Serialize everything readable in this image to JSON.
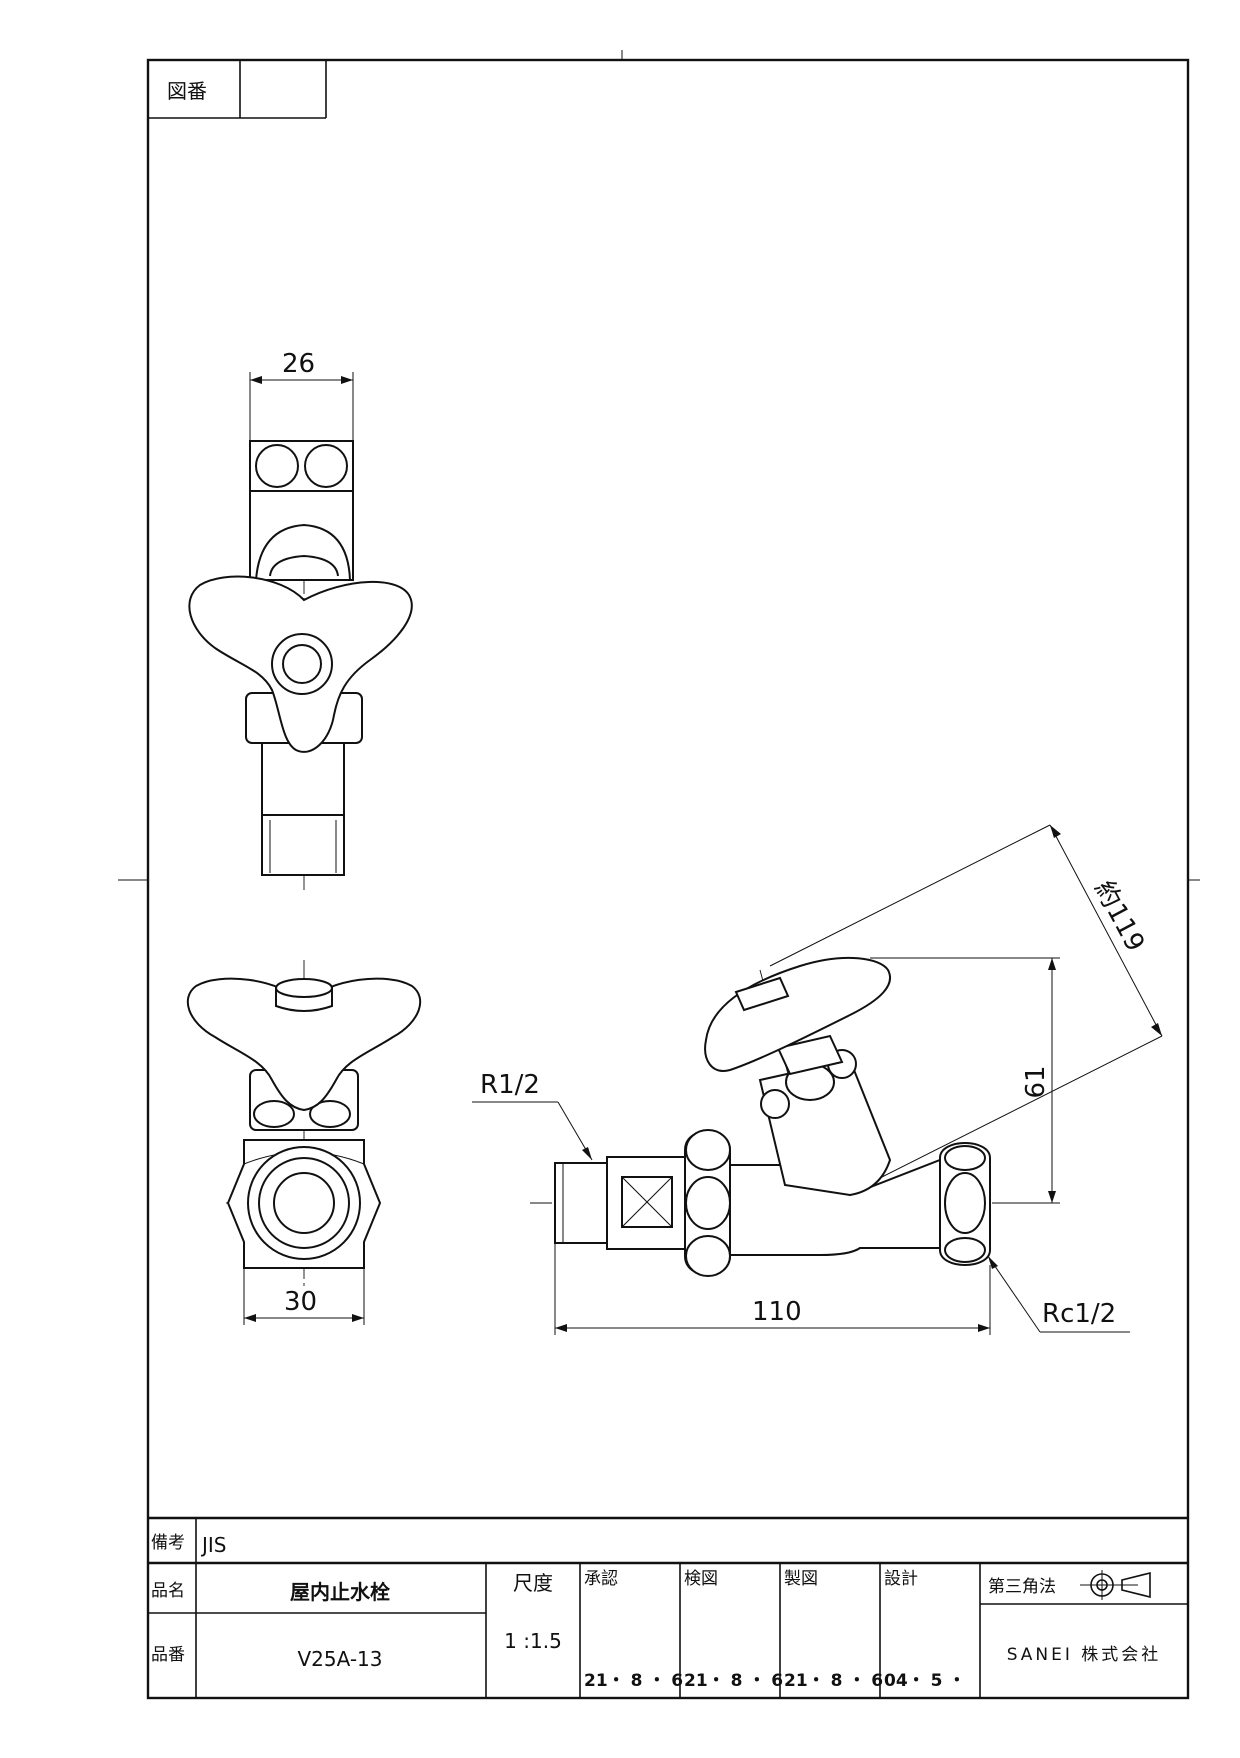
{
  "drawing_number_label": "図番",
  "drawing_number_value": "",
  "dimensions": {
    "top_width": "26",
    "bottom_width": "30",
    "length": "110",
    "height": "61",
    "diagonal": "約119",
    "inlet_thread": "R1/2",
    "outlet_thread": "Rc1/2"
  },
  "title_block": {
    "remarks_label": "備考",
    "remarks_value": "JIS",
    "product_name_label": "品名",
    "product_name_value": "屋内止水栓",
    "product_number_label": "品番",
    "product_number_value": "V25A-13",
    "scale_label": "尺度",
    "scale_value": "1 :1.5",
    "approved_label": "承認",
    "approved_date": "21・ 8 ・ 6",
    "checked_label": "検図",
    "checked_date": "21・ 8 ・ 6",
    "drawn_label": "製図",
    "drawn_date": "21・ 8 ・ 6",
    "design_label": "設計",
    "design_date": "04・ 5 ・",
    "projection_label": "第三角法",
    "company_name": "SANEI 株式会社"
  }
}
